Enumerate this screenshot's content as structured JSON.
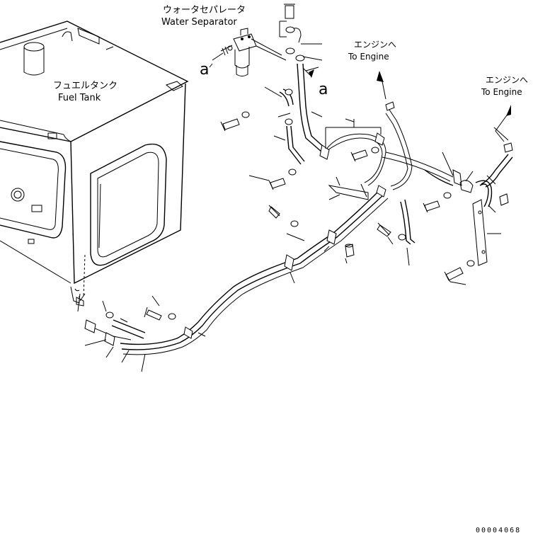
{
  "labels": {
    "water_separator_jp": "ウォータセパレータ",
    "water_separator_en": "Water Separator",
    "fuel_tank_jp": "フュエルタンク",
    "fuel_tank_en": "Fuel Tank",
    "to_engine_1_jp": "エンジンへ",
    "to_engine_1_en": "To Engine",
    "to_engine_2_jp": "エンジンへ",
    "to_engine_2_en": "To Engine",
    "callout_a_left": "a",
    "callout_a_right": "a"
  },
  "reference_number": "00004068"
}
